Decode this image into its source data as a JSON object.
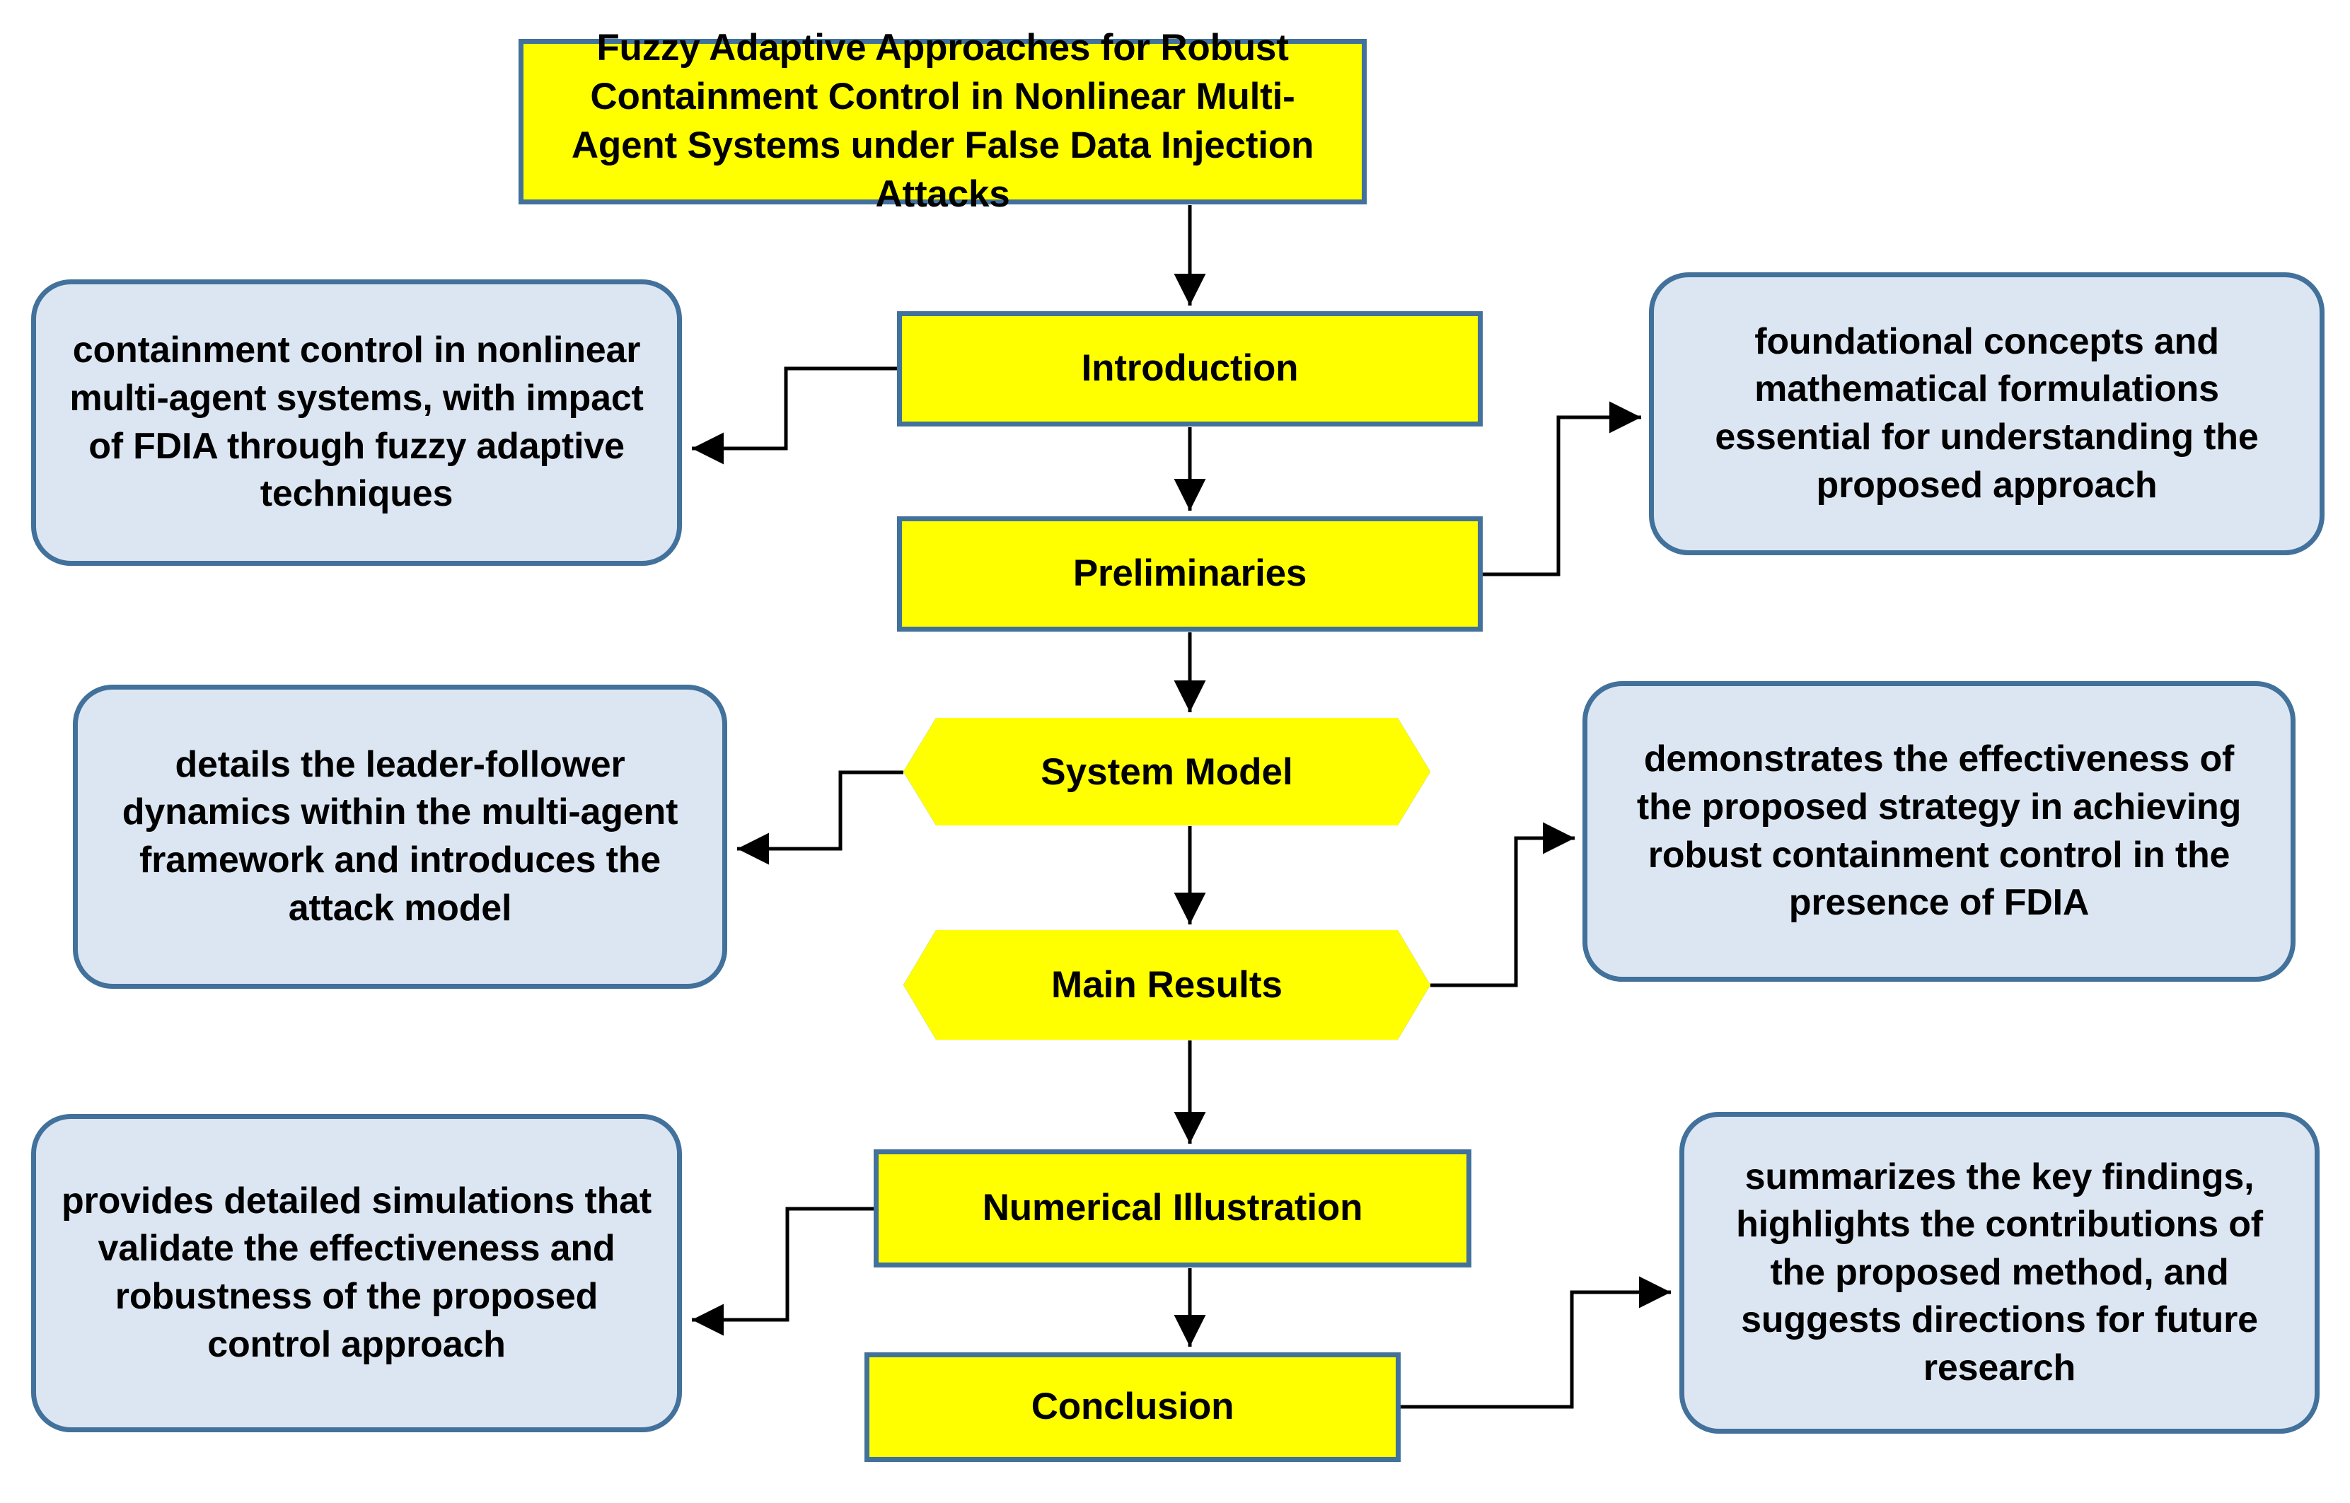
{
  "diagram": {
    "title_box": {
      "label": "Fuzzy Adaptive Approaches for Robust Containment Control in Nonlinear Multi-Agent Systems under False Data Injection Attacks"
    },
    "process_nodes": [
      {
        "id": "introduction",
        "label": "Introduction"
      },
      {
        "id": "preliminaries",
        "label": "Preliminaries"
      },
      {
        "id": "system-model",
        "label": "System Model"
      },
      {
        "id": "main-results",
        "label": "Main Results"
      },
      {
        "id": "numerical-illustration",
        "label": "Numerical Illustration"
      },
      {
        "id": "conclusion",
        "label": "Conclusion"
      }
    ],
    "annotation_notes": [
      {
        "id": "note-introduction",
        "side": "left",
        "label": "containment control in nonlinear multi-agent systems, with  impact of FDIA through fuzzy adaptive techniques"
      },
      {
        "id": "note-preliminaries",
        "side": "right",
        "label": "foundational concepts and mathematical formulations essential for understanding the proposed approach"
      },
      {
        "id": "note-system-model",
        "side": "left",
        "label": "details the leader-follower dynamics within the multi-agent framework and introduces the attack model"
      },
      {
        "id": "note-main-results",
        "side": "right",
        "label": "demonstrates the effectiveness of the proposed strategy in achieving robust containment control in the presence of FDIA"
      },
      {
        "id": "note-numerical",
        "side": "left",
        "label": "provides detailed simulations that validate the effectiveness and robustness of the proposed control approach"
      },
      {
        "id": "note-conclusion",
        "side": "right",
        "label": "summarizes the key findings, highlights the contributions of the proposed method, and suggests directions for future research"
      }
    ],
    "colors": {
      "process_fill": "#ffff00",
      "note_fill": "#dce6f2",
      "node_border": "#42719b",
      "connector": "#000000",
      "text": "#000000",
      "background": "#ffffff"
    },
    "flow_sequence": [
      "Fuzzy Adaptive Approaches for Robust Containment Control in Nonlinear Multi-Agent Systems under False Data Injection Attacks",
      "Introduction",
      "Preliminaries",
      "System Model",
      "Main Results",
      "Numerical Illustration",
      "Conclusion"
    ],
    "connectors": [
      {
        "from": "title",
        "to": "introduction",
        "kind": "vertical-arrow"
      },
      {
        "from": "introduction",
        "to": "preliminaries",
        "kind": "vertical-arrow"
      },
      {
        "from": "preliminaries",
        "to": "system-model",
        "kind": "vertical-arrow"
      },
      {
        "from": "system-model",
        "to": "main-results",
        "kind": "vertical-arrow"
      },
      {
        "from": "main-results",
        "to": "numerical-illustration",
        "kind": "vertical-arrow"
      },
      {
        "from": "numerical-illustration",
        "to": "conclusion",
        "kind": "vertical-arrow"
      },
      {
        "from": "introduction",
        "to": "note-introduction",
        "kind": "elbow-arrow-left"
      },
      {
        "from": "preliminaries",
        "to": "note-preliminaries",
        "kind": "elbow-arrow-right"
      },
      {
        "from": "system-model",
        "to": "note-system-model",
        "kind": "elbow-arrow-left"
      },
      {
        "from": "main-results",
        "to": "note-main-results",
        "kind": "elbow-arrow-right"
      },
      {
        "from": "numerical-illustration",
        "to": "note-numerical",
        "kind": "elbow-arrow-left"
      },
      {
        "from": "conclusion",
        "to": "note-conclusion",
        "kind": "elbow-arrow-right"
      }
    ]
  }
}
